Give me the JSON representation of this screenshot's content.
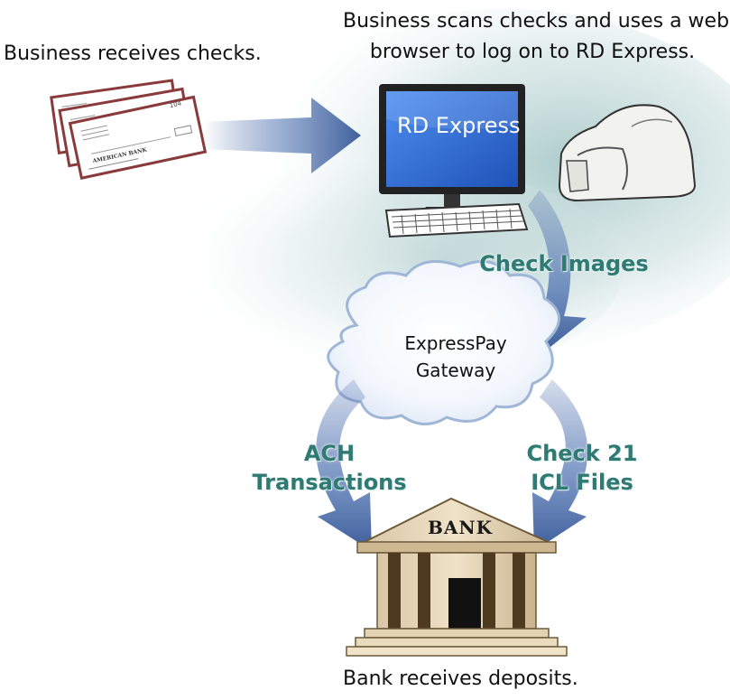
{
  "captions": {
    "receive": "Business receives checks.",
    "scan_line1": "Business scans checks and uses a web",
    "scan_line2": "browser to log on to RD Express.",
    "deposit": "Bank receives deposits."
  },
  "monitor_screen": "RD Express",
  "flow_labels": {
    "check_images": "Check Images",
    "ach_line1": "ACH",
    "ach_line2": "Transactions",
    "check21_line1": "Check 21",
    "check21_line2": "ICL Files"
  },
  "cloud": {
    "line1": "ExpressPay",
    "line2": "Gateway"
  },
  "bank_sign": "BANK",
  "check_text": {
    "number": "104",
    "bank_name": "AMERICAN BANK"
  },
  "colors": {
    "arrow": "#4f6fa8",
    "label_teal": "#2f7a73",
    "screen_blue": "#2f6bd4",
    "check_border": "#8a3a3a",
    "background_teal": "#bcd3d3"
  },
  "icons": [
    "arrow-right",
    "checks",
    "computer-monitor",
    "keyboard",
    "check-scanner",
    "cloud",
    "bank-building"
  ]
}
